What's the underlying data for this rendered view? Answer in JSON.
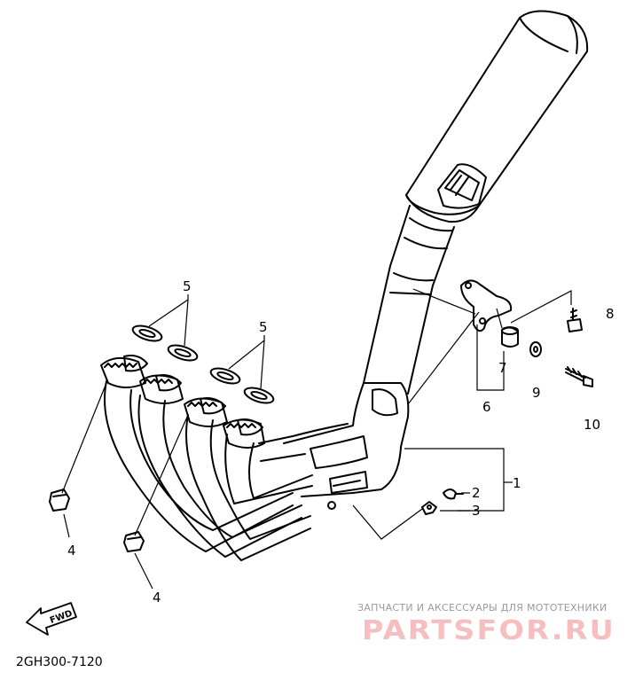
{
  "diagram": {
    "part_code": "2GH300-7120",
    "callouts": {
      "c1": "1",
      "c2": "2",
      "c3": "3",
      "c4a": "4",
      "c4b": "4",
      "c5a": "5",
      "c5b": "5",
      "c6": "6",
      "c7": "7",
      "c8": "8",
      "c9": "9",
      "c10": "10"
    },
    "direction_marker": "FWD"
  },
  "watermark": {
    "subtitle": "ЗАПЧАСТИ И АКСЕССУАРЫ ДЛЯ МОТОТЕХНИКИ",
    "brand": "PARTSFOR.RU"
  },
  "colors": {
    "ink": "#000000",
    "background": "#ffffff",
    "watermark_brand": "#f08a8a",
    "watermark_text": "#9a9a9a"
  }
}
